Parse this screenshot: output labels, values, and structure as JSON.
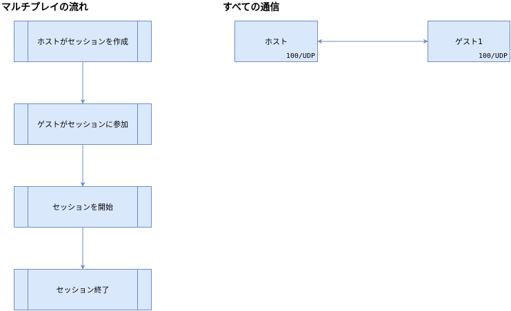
{
  "colors": {
    "box_fill": "#dae8fc",
    "box_stroke": "#6c8ebf",
    "edge": "#6c8ebf"
  },
  "flow": {
    "title": "マルチプレイの流れ",
    "steps": [
      "ホストがセッションを作成",
      "ゲストがセッションに参加",
      "セッションを開始",
      "セッション終了"
    ]
  },
  "comm": {
    "title": "すべての通信",
    "host": {
      "label": "ホスト",
      "port": "100/UDP"
    },
    "guest": {
      "label": "ゲスト1",
      "port": "100/UDP"
    },
    "link": "bidirectional"
  }
}
